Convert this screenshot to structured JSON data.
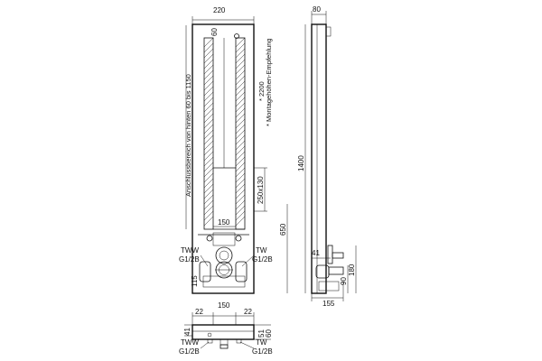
{
  "front_view": {
    "width_dim": "220",
    "top_dim": "60",
    "inner_width_dim": "150",
    "connection_height_dim": "650",
    "range_dim": "250x130",
    "bottom_dim": "115",
    "height_dim": "* 2200",
    "note": "* Montagehöhen-Empfehlung",
    "connection_area": "Anschlussbereich von hinten  60 bis 1150",
    "label_left_1": "TWW",
    "label_left_2": "G1/2B",
    "label_right_1": "TW",
    "label_right_2": "G1/2B"
  },
  "side_view": {
    "depth_dim": "80",
    "height_dim": "1400",
    "dim_41": "41",
    "dim_180": "180",
    "dim_90": "90",
    "dim_155": "155"
  },
  "top_view": {
    "dim_22_left": "22",
    "dim_150": "150",
    "dim_22_right": "22",
    "dim_41": "41",
    "dim_51": "51",
    "dim_60": "60",
    "label_left_1": "TWW",
    "label_left_2": "G1/2B",
    "label_right_1": "TW",
    "label_right_2": "G1/2B"
  },
  "colors": {
    "line": "#111111",
    "background": "#ffffff"
  }
}
